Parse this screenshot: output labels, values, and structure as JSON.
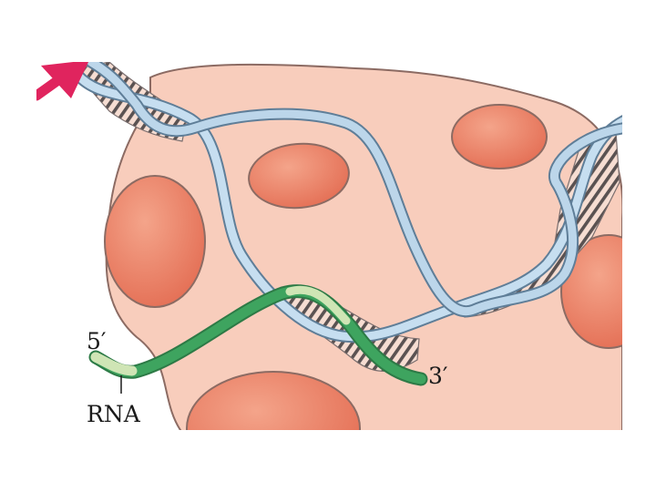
{
  "labels": {
    "five_prime": "5′",
    "three_prime": "3′",
    "rna": "RNA"
  },
  "colors": {
    "background": "#ffffff",
    "enzyme_body": "#f8cdbc",
    "enzyme_outline": "#8c6b63",
    "protein_lobe": "#e9765b",
    "protein_lobe_highlight": "#f4a48a",
    "dna_strand": "#bcd6ea",
    "dna_strand_outline": "#5f7e98",
    "rna_strand": "#3ea45f",
    "rna_strand_light": "#cfe5b5",
    "arrow": "#e0245e"
  }
}
